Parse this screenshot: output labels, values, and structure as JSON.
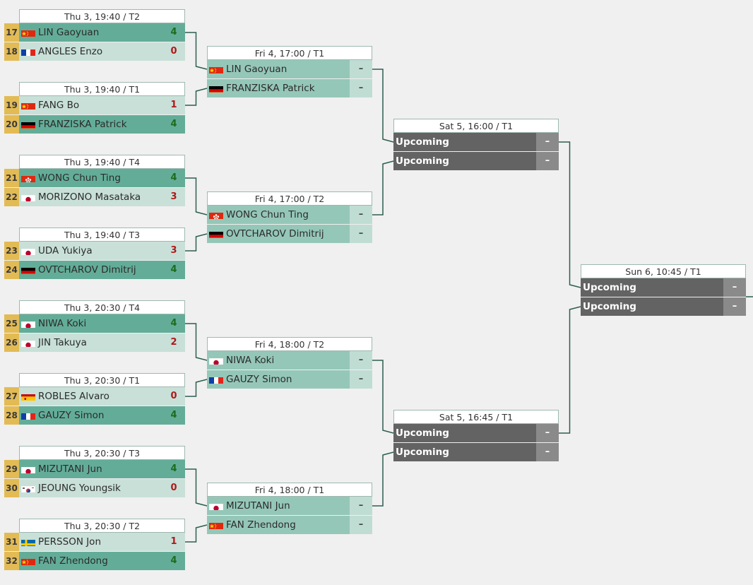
{
  "round1": [
    {
      "header": "Thu 3, 19:40 / T2",
      "players": [
        {
          "seed": "17",
          "flag": "CN",
          "name": "LIN Gaoyuan",
          "score": "4",
          "win": true
        },
        {
          "seed": "18",
          "flag": "FR",
          "name": "ANGLES Enzo",
          "score": "0",
          "win": false
        }
      ]
    },
    {
      "header": "Thu 3, 19:40 / T1",
      "players": [
        {
          "seed": "19",
          "flag": "CN",
          "name": "FANG Bo",
          "score": "1",
          "win": false
        },
        {
          "seed": "20",
          "flag": "DE",
          "name": "FRANZISKA Patrick",
          "score": "4",
          "win": true
        }
      ]
    },
    {
      "header": "Thu 3, 19:40 / T4",
      "players": [
        {
          "seed": "21",
          "flag": "HK",
          "name": "WONG Chun Ting",
          "score": "4",
          "win": true
        },
        {
          "seed": "22",
          "flag": "JP",
          "name": "MORIZONO Masataka",
          "score": "3",
          "win": false
        }
      ]
    },
    {
      "header": "Thu 3, 19:40 / T3",
      "players": [
        {
          "seed": "23",
          "flag": "JP",
          "name": "UDA Yukiya",
          "score": "3",
          "win": false
        },
        {
          "seed": "24",
          "flag": "DE",
          "name": "OVTCHAROV Dimitrij",
          "score": "4",
          "win": true
        }
      ]
    },
    {
      "header": "Thu 3, 20:30 / T4",
      "players": [
        {
          "seed": "25",
          "flag": "JP",
          "name": "NIWA Koki",
          "score": "4",
          "win": true
        },
        {
          "seed": "26",
          "flag": "JP",
          "name": "JIN Takuya",
          "score": "2",
          "win": false
        }
      ]
    },
    {
      "header": "Thu 3, 20:30 / T1",
      "players": [
        {
          "seed": "27",
          "flag": "ES",
          "name": "ROBLES Alvaro",
          "score": "0",
          "win": false
        },
        {
          "seed": "28",
          "flag": "FR",
          "name": "GAUZY Simon",
          "score": "4",
          "win": true
        }
      ]
    },
    {
      "header": "Thu 3, 20:30 / T3",
      "players": [
        {
          "seed": "29",
          "flag": "JP",
          "name": "MIZUTANI Jun",
          "score": "4",
          "win": true
        },
        {
          "seed": "30",
          "flag": "KR",
          "name": "JEOUNG Youngsik",
          "score": "0",
          "win": false
        }
      ]
    },
    {
      "header": "Thu 3, 20:30 / T2",
      "players": [
        {
          "seed": "31",
          "flag": "SE",
          "name": "PERSSON Jon",
          "score": "1",
          "win": false
        },
        {
          "seed": "32",
          "flag": "CN",
          "name": "FAN Zhendong",
          "score": "4",
          "win": true
        }
      ]
    }
  ],
  "quarterfinals": [
    {
      "header": "Fri 4, 17:00 / T1",
      "players": [
        {
          "flag": "CN",
          "name": "LIN Gaoyuan",
          "score": "–"
        },
        {
          "flag": "DE",
          "name": "FRANZISKA Patrick",
          "score": "–"
        }
      ]
    },
    {
      "header": "Fri 4, 17:00 / T2",
      "players": [
        {
          "flag": "HK",
          "name": "WONG Chun Ting",
          "score": "–"
        },
        {
          "flag": "DE",
          "name": "OVTCHAROV Dimitrij",
          "score": "–"
        }
      ]
    },
    {
      "header": "Fri 4, 18:00 / T2",
      "players": [
        {
          "flag": "JP",
          "name": "NIWA Koki",
          "score": "–"
        },
        {
          "flag": "FR",
          "name": "GAUZY Simon",
          "score": "–"
        }
      ]
    },
    {
      "header": "Fri 4, 18:00 / T1",
      "players": [
        {
          "flag": "JP",
          "name": "MIZUTANI Jun",
          "score": "–"
        },
        {
          "flag": "CN",
          "name": "FAN Zhendong",
          "score": "–"
        }
      ]
    }
  ],
  "semifinals": [
    {
      "header": "Sat 5, 16:00 / T1",
      "players": [
        {
          "name": "Upcoming",
          "score": "–"
        },
        {
          "name": "Upcoming",
          "score": "–"
        }
      ]
    },
    {
      "header": "Sat 5, 16:45 / T1",
      "players": [
        {
          "name": "Upcoming",
          "score": "–"
        },
        {
          "name": "Upcoming",
          "score": "–"
        }
      ]
    }
  ],
  "final": [
    {
      "header": "Sun 6, 10:45 / T1",
      "players": [
        {
          "name": "Upcoming",
          "score": "–"
        },
        {
          "name": "Upcoming",
          "score": "–"
        }
      ]
    }
  ],
  "colors": {
    "winner_row": "#63ad98",
    "loser_row": "#c8e0d8",
    "pending_row": "#95c7b8",
    "upcoming_row": "#636363",
    "seed_box": "#e3bb55",
    "win_score": "#1c6c1c",
    "lose_score": "#b01818",
    "connector": "#2d5e50"
  },
  "flag_icons": {
    "CN": "china-flag-icon",
    "FR": "france-flag-icon",
    "DE": "germany-flag-icon",
    "HK": "hong-kong-flag-icon",
    "JP": "japan-flag-icon",
    "ES": "spain-flag-icon",
    "KR": "south-korea-flag-icon",
    "SE": "sweden-flag-icon"
  }
}
